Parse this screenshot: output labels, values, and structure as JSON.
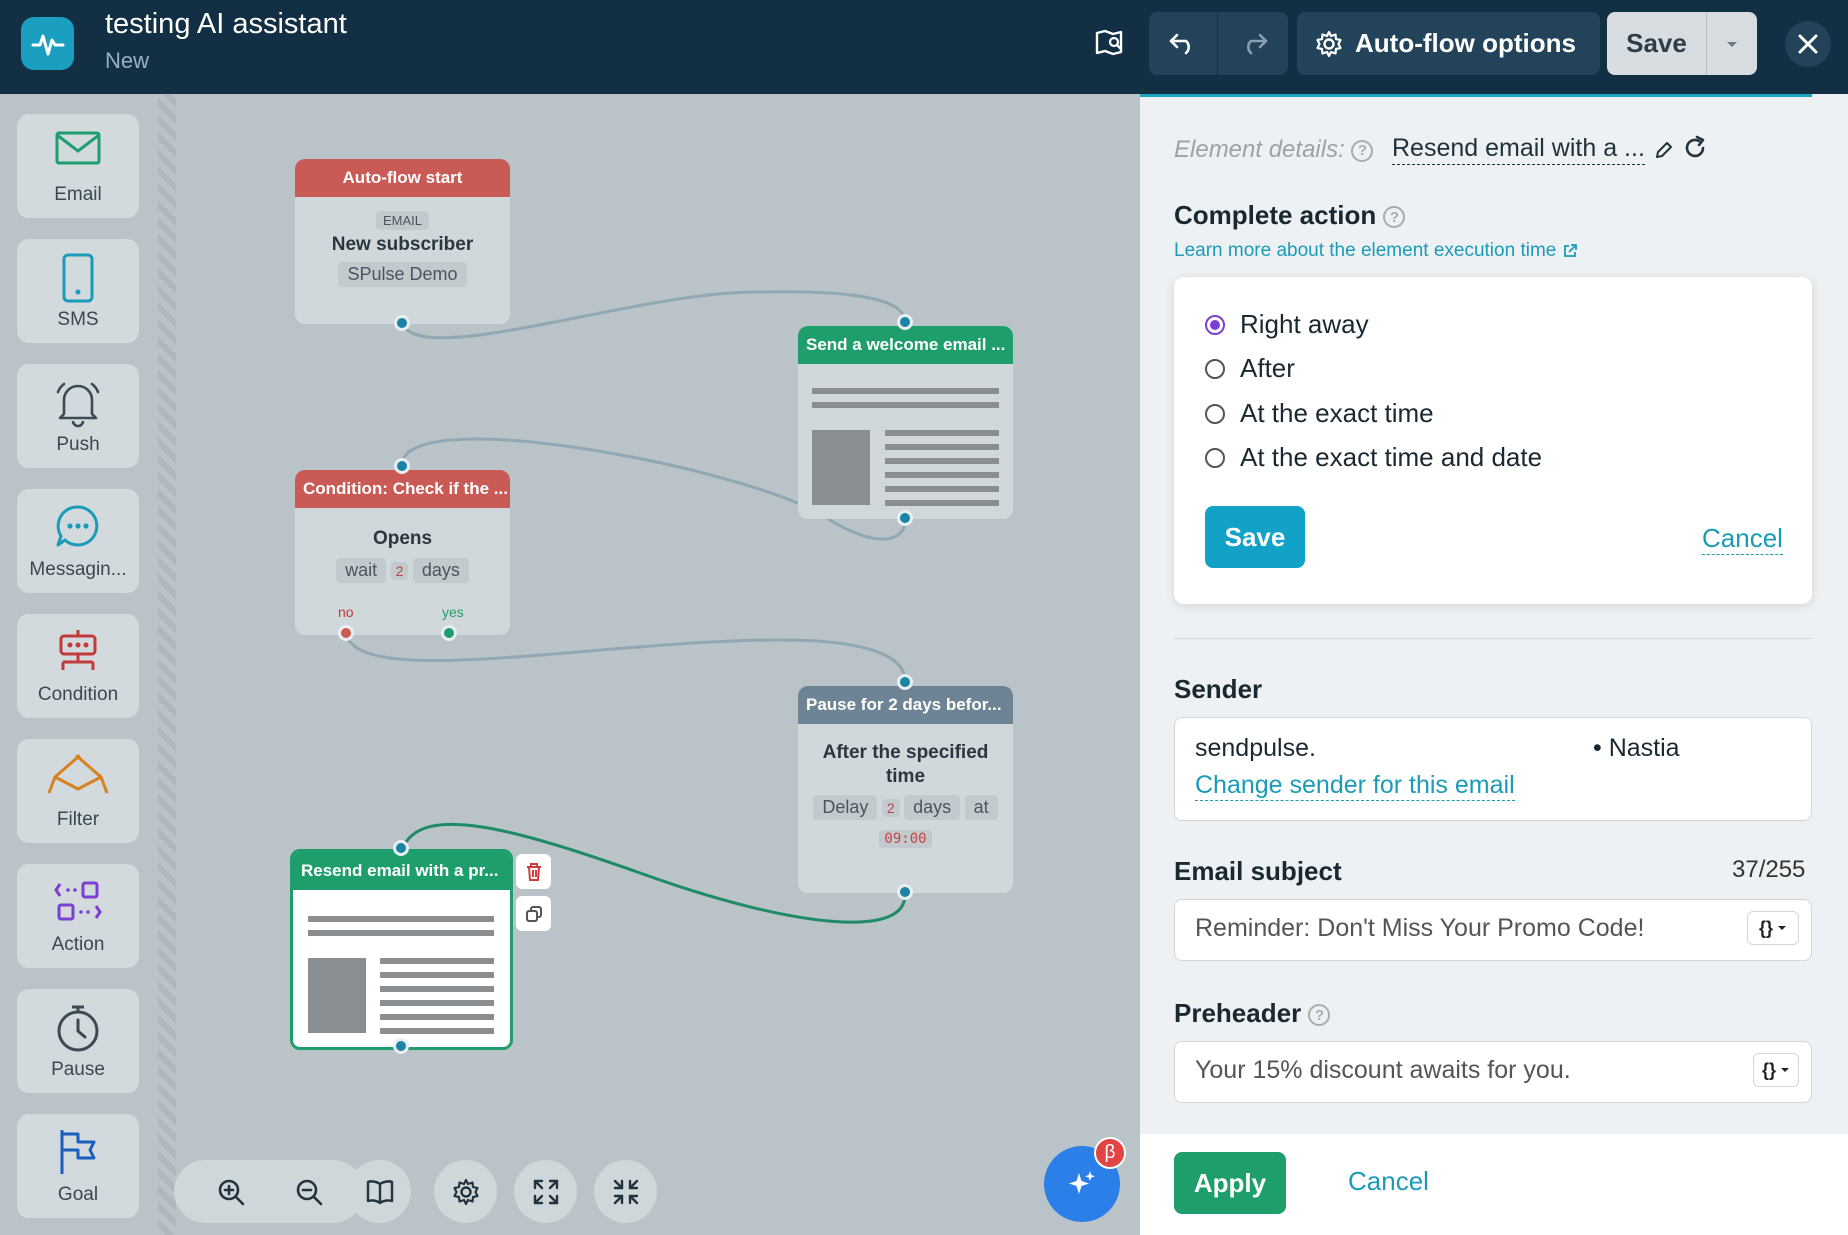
{
  "header": {
    "title": "testing AI assistant",
    "subtitle": "New",
    "auto_flow_options": "Auto-flow options",
    "save": "Save"
  },
  "sidebar": {
    "items": [
      {
        "label": "Email",
        "icon": "envelope-icon"
      },
      {
        "label": "SMS",
        "icon": "phone-icon"
      },
      {
        "label": "Push",
        "icon": "bell-icon"
      },
      {
        "label": "Messagin...",
        "icon": "chat-icon"
      },
      {
        "label": "Condition",
        "icon": "condition-icon"
      },
      {
        "label": "Filter",
        "icon": "filter-icon"
      },
      {
        "label": "Action",
        "icon": "action-icon"
      },
      {
        "label": "Pause",
        "icon": "stopwatch-icon"
      },
      {
        "label": "Goal",
        "icon": "flag-icon"
      }
    ]
  },
  "flow": {
    "start": {
      "header": "Auto-flow start",
      "badge": "EMAIL",
      "title": "New subscriber",
      "list": "SPulse Demo"
    },
    "welcome": {
      "header": "Send a welcome email ..."
    },
    "condition": {
      "header": "Condition: Check if the ...",
      "title": "Opens",
      "wait": "wait",
      "num": "2",
      "unit": "days",
      "no": "no",
      "yes": "yes"
    },
    "pause": {
      "header": "Pause for 2 days befor...",
      "title_line1": "After the specified",
      "title_line2": "time",
      "delay": "Delay",
      "num": "2",
      "unit": "days",
      "at": "at",
      "time": "09:00"
    },
    "resend": {
      "header": "Resend email with a pr..."
    }
  },
  "assistant": {
    "badge": "β"
  },
  "panel": {
    "element_details_label": "Element details:",
    "element_details_value": "Resend email with a ...",
    "complete_action": {
      "title": "Complete action",
      "learn_more": "Learn more about the element execution time",
      "options": [
        "Right away",
        "After",
        "At the exact time",
        "At the exact time and date"
      ],
      "selected": "Right away",
      "save": "Save",
      "cancel": "Cancel"
    },
    "sender": {
      "title": "Sender",
      "email": "sendpulse.",
      "name": "• Nastia",
      "change": "Change sender for this email"
    },
    "subject": {
      "title": "Email subject",
      "counter": "37/255",
      "value": "Reminder: Don't Miss Your Promo Code!"
    },
    "preheader": {
      "title": "Preheader",
      "value": "Your 15% discount awaits for you."
    },
    "footer": {
      "apply": "Apply",
      "cancel": "Cancel"
    }
  },
  "colors": {
    "topbar": "#132f44",
    "accent": "#1aa5c0",
    "green": "#1e9e6b",
    "red": "#c95a55",
    "radio": "#7b3fd1"
  }
}
